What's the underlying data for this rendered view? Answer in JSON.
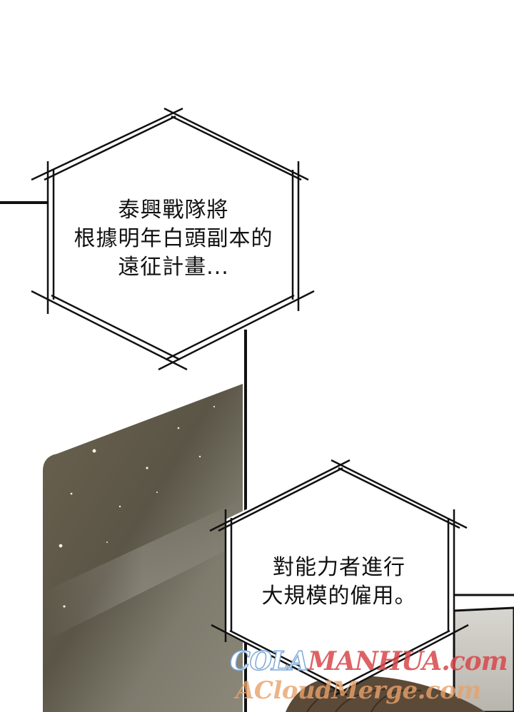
{
  "bubbles": [
    {
      "lines": [
        "泰興戰隊將",
        "根據明年白頭副本的",
        "遠征計畫..."
      ]
    },
    {
      "lines": [
        "對能力者進行",
        "大規模的僱用。"
      ]
    }
  ],
  "watermark": {
    "line1_part1": "COLA",
    "line1_part2": "MANHUA",
    "line1_part3": ".com",
    "line2": "ACloudMerge.com"
  },
  "colors": {
    "ink": "#111111",
    "panel_dark": "#4f4a3c",
    "panel_light": "#9a9583",
    "watermark_blue": "#7fa9d6",
    "watermark_red": "#d9474a",
    "watermark_orange": "#e8a26a"
  }
}
